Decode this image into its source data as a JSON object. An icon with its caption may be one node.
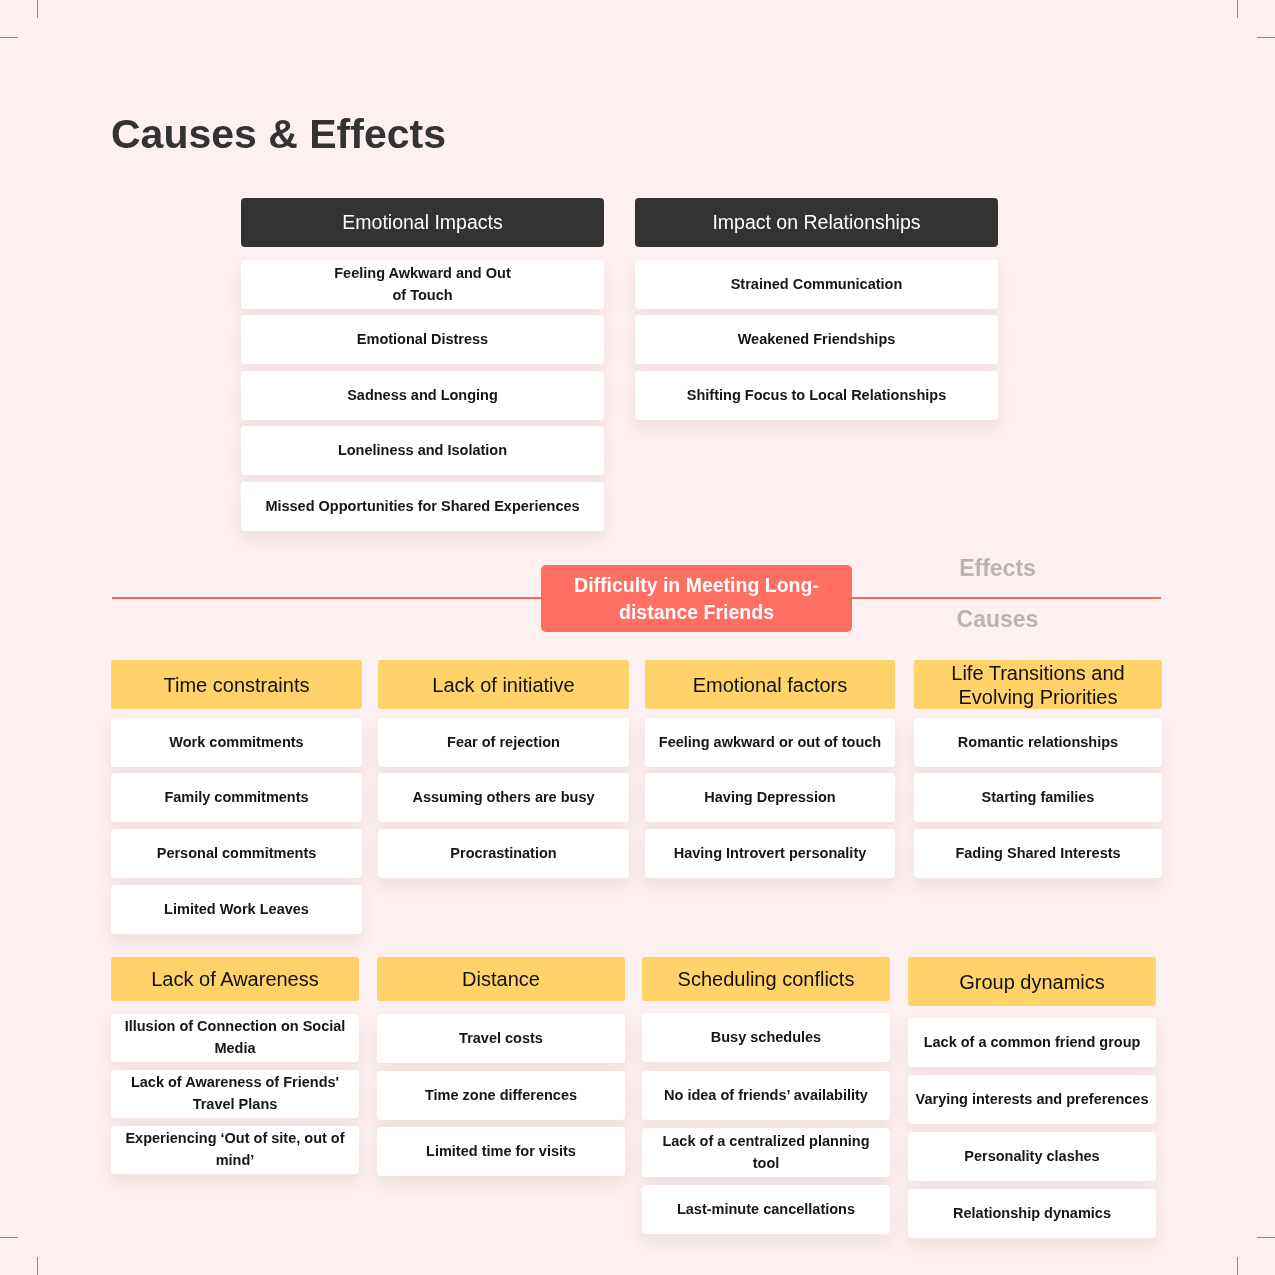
{
  "diagram": {
    "title": "Causes & Effects",
    "nodes": [
      {
        "text": [
          "Emotional Impacts"
        ]
      },
      {
        "text": [
          "Feeling Awkward and Out of Touch"
        ]
      },
      {
        "text": [
          "Emotional Distress"
        ]
      },
      {
        "text": [
          "Sadness and Longing"
        ]
      },
      {
        "text": [
          "Loneliness and Isolation"
        ]
      },
      {
        "text": [
          "Missed Opportunities for Shared Experiences"
        ]
      },
      {
        "text": [
          "Impact on Relationships"
        ]
      },
      {
        "text": [
          "Strained Communication"
        ]
      },
      {
        "text": [
          "Weakened Friendships"
        ]
      },
      {
        "text": [
          "Shifting Focus to Local Relationships"
        ]
      },
      {
        "text": [
          "Difficulty in Meeting Long-distance Friends"
        ]
      },
      {
        "text": [
          "Time constraints"
        ]
      },
      {
        "text": [
          "Work commitments"
        ]
      },
      {
        "text": [
          "Family commitments"
        ]
      },
      {
        "text": [
          "Personal commitments"
        ]
      },
      {
        "text": [
          "Limited Work Leaves"
        ]
      },
      {
        "text": [
          "Lack of initiative"
        ]
      },
      {
        "text": [
          "Fear of rejection"
        ]
      },
      {
        "text": [
          "Assuming others are busy"
        ]
      },
      {
        "text": [
          "Procrastination"
        ]
      },
      {
        "text": [
          "Emotional factors"
        ]
      },
      {
        "text": [
          "Feeling awkward or out of touch"
        ]
      },
      {
        "text": [
          "Having Depression"
        ]
      },
      {
        "text": [
          "Having Introvert personality"
        ]
      },
      {
        "text": [
          "Life Transitions and Evolving Priorities"
        ]
      },
      {
        "text": [
          "Romantic relationships"
        ]
      },
      {
        "text": [
          "Starting families"
        ]
      },
      {
        "text": [
          "Fading Shared Interests"
        ]
      },
      {
        "text": [
          "Lack of Awareness"
        ]
      },
      {
        "text": [
          "Illusion of Connection on Social Media"
        ]
      },
      {
        "text": [
          "Lack of Awareness of Friends' Travel Plans"
        ]
      },
      {
        "text": [
          "Experiencing ‘Out of site, out of mind’"
        ]
      },
      {
        "text": [
          "Distance"
        ]
      },
      {
        "text": [
          "Travel costs"
        ]
      },
      {
        "text": [
          "Time zone differences"
        ]
      },
      {
        "text": [
          "Limited time for visits"
        ]
      },
      {
        "text": [
          "Scheduling conflicts"
        ]
      },
      {
        "text": [
          "Busy schedules"
        ]
      },
      {
        "text": [
          "No idea of friends’ availability"
        ]
      },
      {
        "text": [
          "Lack of a centralized planning tool"
        ]
      },
      {
        "text": [
          "Last-minute cancellations"
        ]
      },
      {
        "text": [
          "Group dynamics"
        ]
      },
      {
        "text": [
          "Lack of a common friend group"
        ]
      },
      {
        "text": [
          "Varying interests and preferences"
        ]
      },
      {
        "text": [
          "Personality clashes"
        ]
      },
      {
        "text": [
          "Relationship dynamics"
        ]
      }
    ],
    "labels": [
      "Effects",
      "Causes"
    ]
  }
}
